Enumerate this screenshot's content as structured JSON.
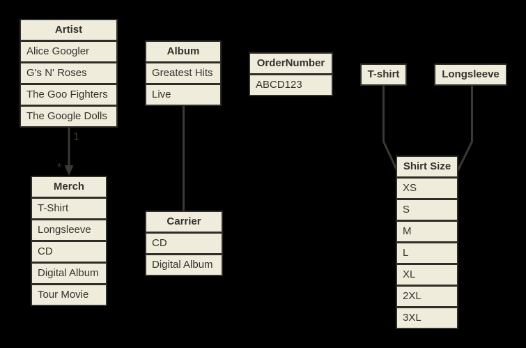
{
  "diagram": {
    "theme": {
      "background": "#000000",
      "cell_fill": "#F0ECDB",
      "border_color": "#2F2D28",
      "text_color": "#33322E",
      "connector_color": "#3B3934"
    },
    "entities": {
      "artist": {
        "header": "Artist",
        "rows": [
          "Alice Googler",
          "G's N' Roses",
          "The Goo Fighters",
          "The Google Dolls"
        ]
      },
      "album": {
        "header": "Album",
        "rows": [
          "Greatest Hits",
          "Live"
        ]
      },
      "order_number": {
        "header": "OrderNumber",
        "rows": [
          "ABCD123"
        ]
      },
      "tshirt": {
        "header": "T-shirt",
        "rows": []
      },
      "longsleeve": {
        "header": "Longsleeve",
        "rows": []
      },
      "merch": {
        "header": "Merch",
        "rows": [
          "T-Shirt",
          "Longsleeve",
          "CD",
          "Digital Album",
          "Tour Movie"
        ]
      },
      "carrier": {
        "header": "Carrier",
        "rows": [
          "CD",
          "Digital Album"
        ]
      },
      "shirt_size": {
        "header": "Shirt Size",
        "rows": [
          "XS",
          "S",
          "M",
          "L",
          "XL",
          "2XL",
          "3XL"
        ]
      }
    },
    "connectors": {
      "artist_to_merch": {
        "from": "Artist",
        "to": "Merch",
        "source_multiplicity": "1",
        "target_multiplicity": "*",
        "style": "arrow"
      },
      "album_to_carrier": {
        "from": "Album",
        "to": "Carrier",
        "style": "line"
      },
      "tshirt_to_shirt_size": {
        "from": "T-shirt",
        "to": "Shirt Size",
        "style": "line"
      },
      "longsleeve_to_shirt_size": {
        "from": "Longsleeve",
        "to": "Shirt Size",
        "style": "line"
      }
    }
  }
}
